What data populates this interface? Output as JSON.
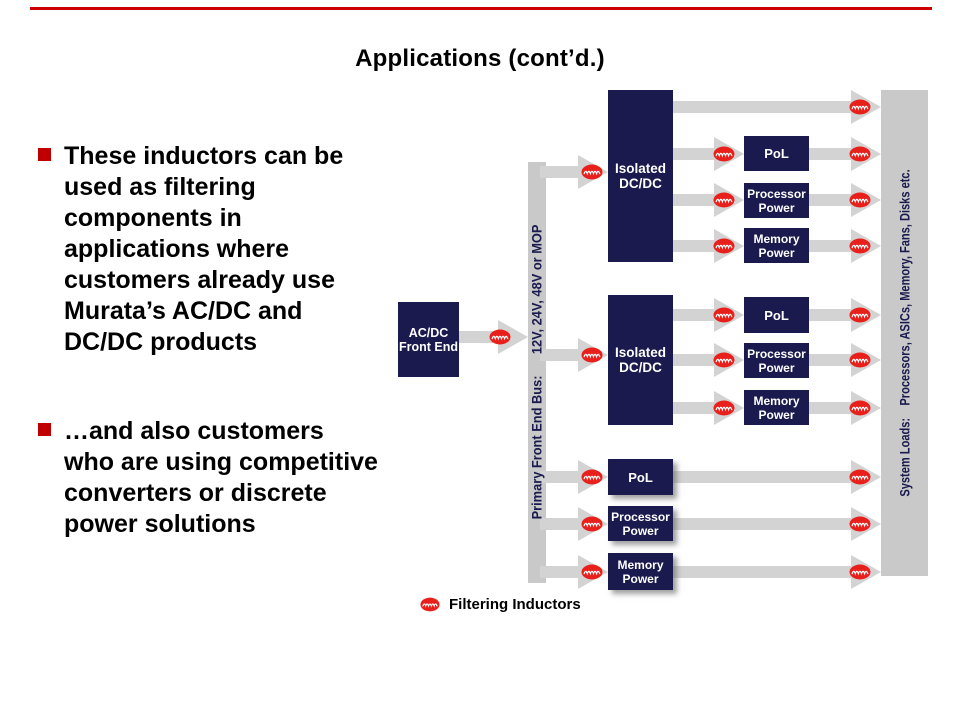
{
  "slide": {
    "title": "Applications (cont’d.)"
  },
  "bullets": [
    {
      "text": "These inductors can be\nused as filtering\ncomponents in\napplications where\ncustomers already use\nMurata’s AC/DC and\nDC/DC products"
    },
    {
      "text": "…and also customers\nwho are using competitive\nconverters or discrete\npower solutions"
    }
  ],
  "diagram": {
    "acdc_label": "AC/DC\nFront End",
    "bus_label": "Primary Front End Bus:      12V, 24V, 48V or MOP",
    "isolated_label": "Isolated\nDC/DC",
    "pol_label": "PoL",
    "processor_label": "Processor\nPower",
    "memory_label": "Memory\nPower",
    "loads_label": "System Loads:    Processors, ASICs, Memory, Fans, Disks etc."
  },
  "legend": {
    "label": "Filtering Inductors"
  },
  "colors": {
    "accent_red": "#e8201c",
    "bullet_red": "#c00000",
    "navy": "#1a1a4e",
    "bar_gray": "#c9c9c9",
    "arrow_gray": "#d3d3d3",
    "top_line_red": "#cc0000"
  }
}
